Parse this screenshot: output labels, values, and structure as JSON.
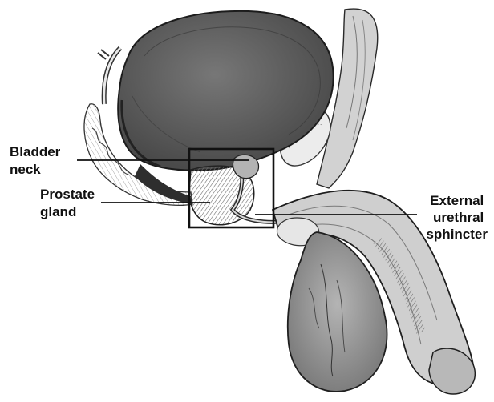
{
  "labels": {
    "bladder_neck": [
      "Bladder",
      "neck"
    ],
    "prostate_gland": [
      "Prostate",
      "gland"
    ],
    "external_urethral_sphincter": [
      "External",
      "urethral",
      "sphincter"
    ]
  },
  "colors": {
    "text": "#111111",
    "line": "#111111",
    "tissue_dark": "#5a5a5a",
    "tissue_mid": "#8c8c8c",
    "tissue_light": "#c9c9c9",
    "background": "#ffffff"
  },
  "style": "grayscale anatomical engraving, sagittal section of male pelvis"
}
